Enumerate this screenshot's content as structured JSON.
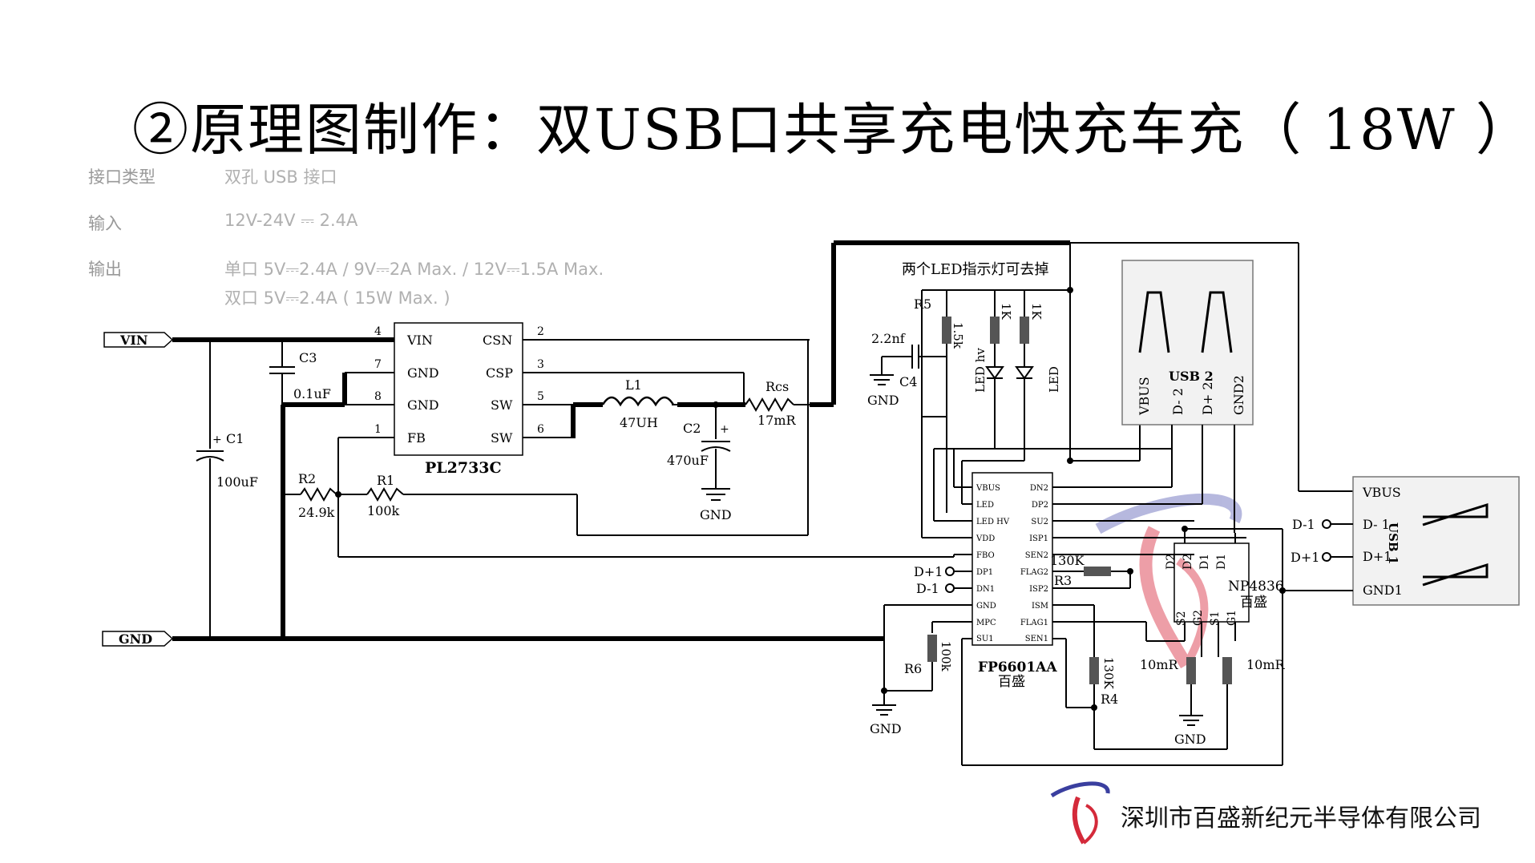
{
  "title": "②原理图制作：双USB口共享充电快充车充（ 18W ）",
  "specs": {
    "interface_label": "接口类型",
    "interface_value": "双孔 USB 接口",
    "input_label": "输入",
    "input_value": "12V-24V ⎓ 2.4A",
    "output_label": "输出",
    "output_value_1": "单口 5V⎓2.4A / 9V⎓2A Max. / 12V⎓1.5A Max.",
    "output_value_2": "双口 5V⎓2.4A ( 15W Max. )"
  },
  "ports": {
    "vin": "VIN",
    "gnd": "GND"
  },
  "pl2733c": {
    "name": "PL2733C",
    "pins_left": [
      {
        "num": "4",
        "name": "VIN"
      },
      {
        "num": "7",
        "name": "GND"
      },
      {
        "num": "8",
        "name": "GND"
      },
      {
        "num": "1",
        "name": "FB"
      }
    ],
    "pins_right": [
      {
        "num": "2",
        "name": "CSN"
      },
      {
        "num": "3",
        "name": "CSP"
      },
      {
        "num": "5",
        "name": "SW"
      },
      {
        "num": "6",
        "name": "SW"
      }
    ]
  },
  "parts": {
    "c1": "C1",
    "c1_val": "100uF",
    "c3": "C3",
    "c3_val": "0.1uF",
    "r2": "R2",
    "r2_val": "24.9k",
    "r1": "R1",
    "r1_val": "100k",
    "l1": "L1",
    "l1_val": "47UH",
    "c2": "C2",
    "c2_val": "470uF",
    "rcs": "Rcs",
    "rcs_val": "17mR",
    "c4": "C4",
    "c4_val": "2.2nf",
    "r5": "R5",
    "r5_val": "1.5k",
    "r_led1_val": "1K",
    "r_led2_val": "1K",
    "led_hv": "LED hv",
    "led": "LED",
    "led_note": "两个LED指示灯可去掉",
    "r3": "R3",
    "r3_val": "130K",
    "r4": "R4",
    "r4_val": "130K",
    "r6": "R6",
    "r6_val": "100k",
    "rs1_val": "10mR",
    "rs2_val": "10mR",
    "gnd": "GND",
    "plus": "+"
  },
  "fp6601": {
    "name": "FP6601AA",
    "brand": "百盛",
    "pins_left": [
      "VBUS",
      "LED",
      "LED HV",
      "VDD",
      "FBO",
      "DP1",
      "DN1",
      "GND",
      "MPC",
      "SU1"
    ],
    "pins_right": [
      "DN2",
      "DP2",
      "SU2",
      "ISP1",
      "SEN2",
      "FLAG2",
      "ISP2",
      "ISM",
      "FLAG1",
      "SEN1"
    ]
  },
  "np4836": {
    "name": "NP4836",
    "brand": "百盛",
    "pins_top": [
      "D2",
      "D2",
      "D1",
      "D1"
    ],
    "pins_bottom": [
      "S2",
      "G2",
      "S1",
      "G1"
    ]
  },
  "usb2": {
    "pins": [
      "VBUS",
      "D- 2",
      "D+ 2",
      "GND2"
    ],
    "label": "USB 2"
  },
  "usb1": {
    "pins": [
      "VBUS",
      "D- 1",
      "D+1",
      "GND1"
    ],
    "label": "USB 1"
  },
  "net_labels": {
    "dp1": "D+1",
    "dm1": "D-1",
    "dm1_usb": "D-1",
    "dp1_usb": "D+1"
  },
  "company": "深圳市百盛新纪元半导体有限公司"
}
